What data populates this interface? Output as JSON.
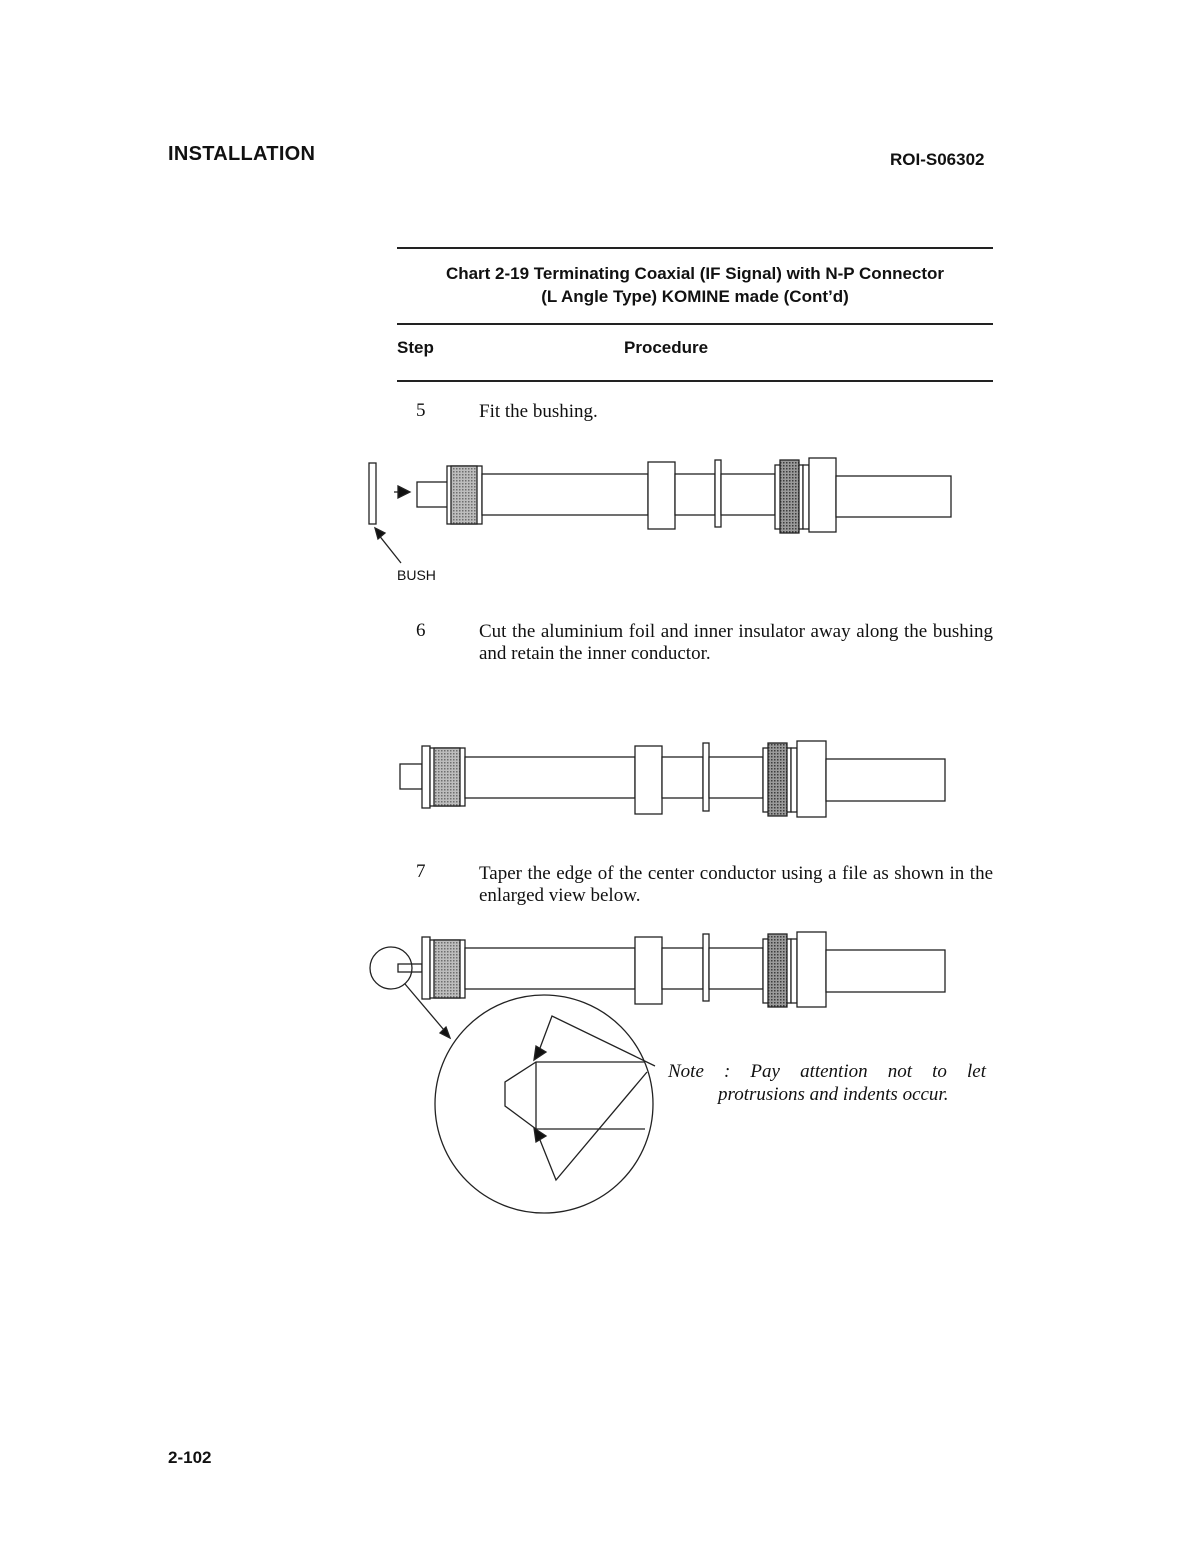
{
  "header": {
    "section": "INSTALLATION",
    "doc_number": "ROI-S06302"
  },
  "chart": {
    "title_line1": "Chart 2-19 Terminating Coaxial (IF Signal) with N-P Connector",
    "title_line2": "(L Angle Type) KOMINE made (Cont’d)",
    "col_step": "Step",
    "col_procedure": "Procedure"
  },
  "steps": [
    {
      "number": "5",
      "text": "Fit the bushing."
    },
    {
      "number": "6",
      "text": "Cut the aluminium foil and inner insulator away along the bushing and retain the inner conductor."
    },
    {
      "number": "7",
      "text": "Taper the edge of the center conductor using a file as shown in the enlarged view below."
    }
  ],
  "figure": {
    "bush_label": "BUSH",
    "note_line1": "Note : Pay attention not to let",
    "note_line2": "protrusions and indents occur."
  },
  "footer": {
    "page_number": "2-102"
  }
}
